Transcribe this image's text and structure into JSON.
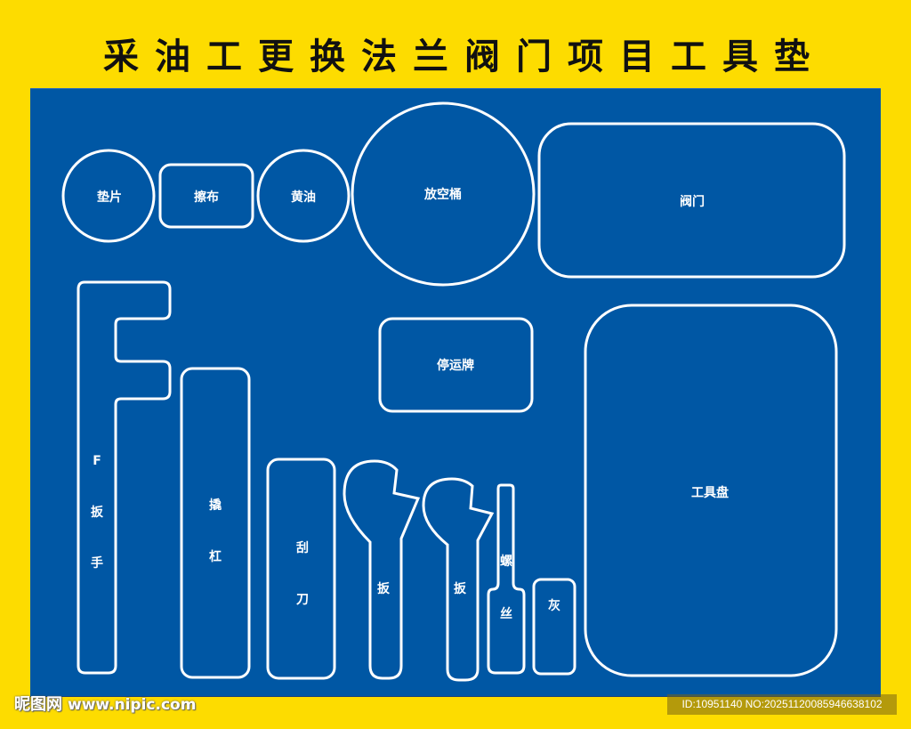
{
  "title": "采油工更换法兰阀门项目工具垫",
  "colors": {
    "background": "#FDDC00",
    "board": "#0057A4",
    "outline": "#FFFFFF",
    "title_text": "#111111"
  },
  "slots": {
    "gasket": "垫片",
    "rag": "擦布",
    "grease": "黄油",
    "drain_bucket": "放空桶",
    "valve": "阀门",
    "stop_sign": "停运牌",
    "tool_tray": "工具盘",
    "f_wrench": [
      "F",
      "扳",
      "手"
    ],
    "crowbar": [
      "撬",
      "杠"
    ],
    "scraper": [
      "刮",
      "刀"
    ],
    "wrench_1": "扳",
    "wrench_2": "扳",
    "screwdriver": [
      "螺",
      "丝"
    ],
    "ash": "灰"
  },
  "watermark": {
    "brand": "昵图网",
    "site": "www.nipic.com",
    "id_text": "ID:10951140 NO:20251120085946638102"
  }
}
